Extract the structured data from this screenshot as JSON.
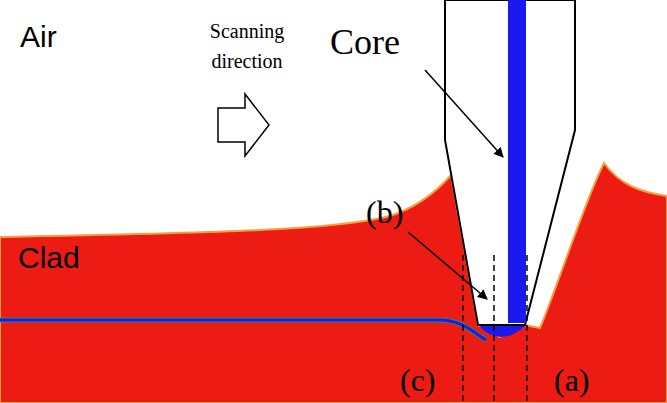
{
  "diagram": {
    "labels": [
      "Air",
      "Scanning direction",
      "Core",
      "(b)",
      "Clad",
      "(c)",
      "(a)"
    ]
  }
}
